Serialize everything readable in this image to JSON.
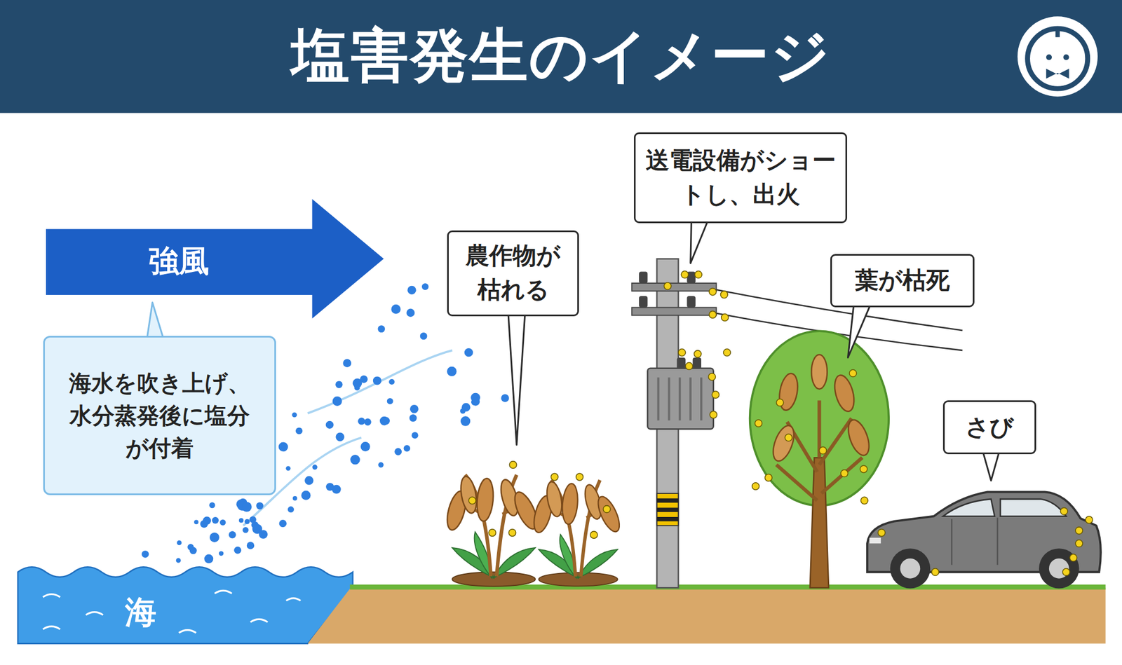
{
  "diagram": {
    "title": "塩害発生のイメージ",
    "nodes": [
      {
        "text": [
          "強風"
        ]
      },
      {
        "text": [
          "海水を吹き上げ、水分蒸発後に塩分が付着"
        ]
      },
      {
        "text": [
          "農作物が枯れる"
        ]
      },
      {
        "text": [
          "送電設備がショートし、出火"
        ]
      },
      {
        "text": [
          "葉が枯死"
        ]
      },
      {
        "text": [
          "さび"
        ]
      }
    ],
    "labels": [
      "海"
    ]
  }
}
